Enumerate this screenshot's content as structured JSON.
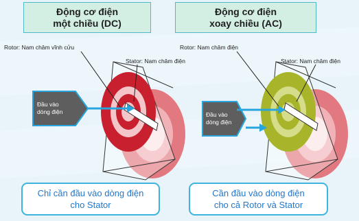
{
  "dc": {
    "title_line1": "Động cơ điện",
    "title_line2": "một chiều (DC)",
    "rotor_label": "Rotor: Nam châm vĩnh cửu",
    "stator_label": "Stator: Nam châm điện",
    "input_line1": "Đầu vào",
    "input_line2": "dòng điện",
    "caption_line1": "Chỉ cần đầu vào dòng điện",
    "caption_line2": "cho Stator",
    "rotor_color": "#c8202e",
    "stator_ring_color": "#f4c6c9"
  },
  "ac": {
    "title_line1": "Động cơ điện",
    "title_line2": "xoay chiều (AC)",
    "rotor_label": "Rotor: Nam châm điện",
    "stator_label": "Stator: Nam châm điện",
    "input_line1": "Đầu vào",
    "input_line2": "dòng điện",
    "caption_line1": "Cần đầu vào dòng điện",
    "caption_line2": "cho cả Rotor và Stator",
    "rotor_color": "#a8b52a",
    "stator_ring_color": "#d6dd8a"
  },
  "colors": {
    "arrow": "#27a5dc",
    "input_box": "#5e5e5e",
    "back_ring": "#e0626a"
  }
}
